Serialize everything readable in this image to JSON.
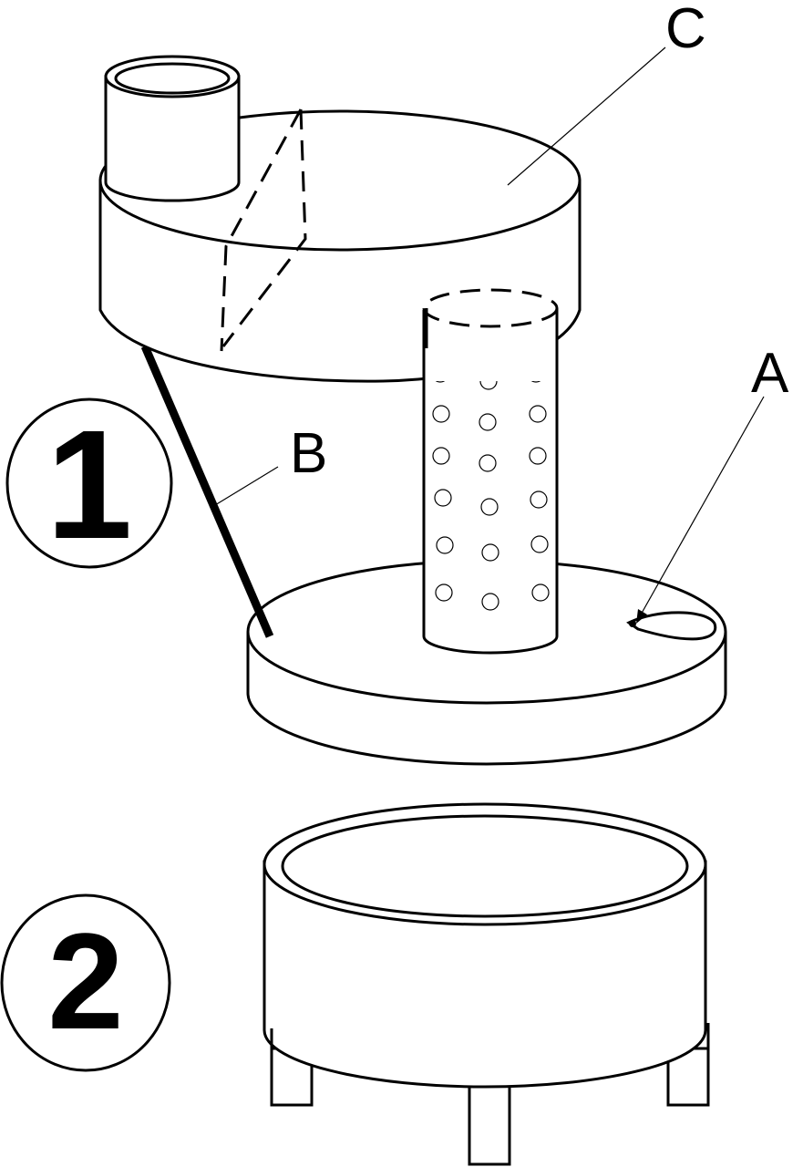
{
  "labels": {
    "a": "A",
    "b": "B",
    "c": "C"
  },
  "parts": {
    "one": "1",
    "two": "2"
  }
}
